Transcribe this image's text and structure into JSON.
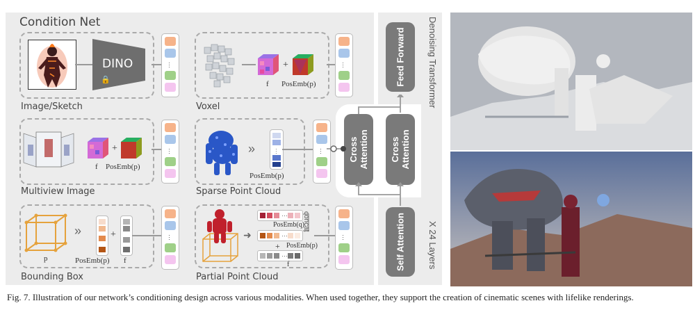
{
  "condition_net": {
    "title": "Condition Net",
    "modalities": [
      {
        "label": "Image/Sketch"
      },
      {
        "label": "Voxel"
      },
      {
        "label": "Multiview Image"
      },
      {
        "label": "Sparse Point Cloud"
      },
      {
        "label": "Bounding Box"
      },
      {
        "label": "Partial Point Cloud"
      }
    ],
    "dino_label": "DINO",
    "f_label": "f",
    "posemb_p_label": "PosEmb(p)",
    "posemb_q_label": "PosEmb(q)",
    "p_label": "p",
    "concat_label": "concat",
    "plus": "+"
  },
  "transformer": {
    "title": "Denoising Transformer",
    "layers_label": "X 24 Layers",
    "blocks": {
      "feed_forward": "Feed Forward",
      "cross_attention": "Cross Attention",
      "self_attention": "Self Attention"
    }
  },
  "token_colors": [
    "#f6b38a",
    "#a9c6ea",
    "#9fd088",
    "#f4c5ef"
  ],
  "caption": "Fig. 7.  Illustration of our network’s conditioning design across various modalities. When used together, they support the creation of cinematic scenes with lifelike renderings."
}
